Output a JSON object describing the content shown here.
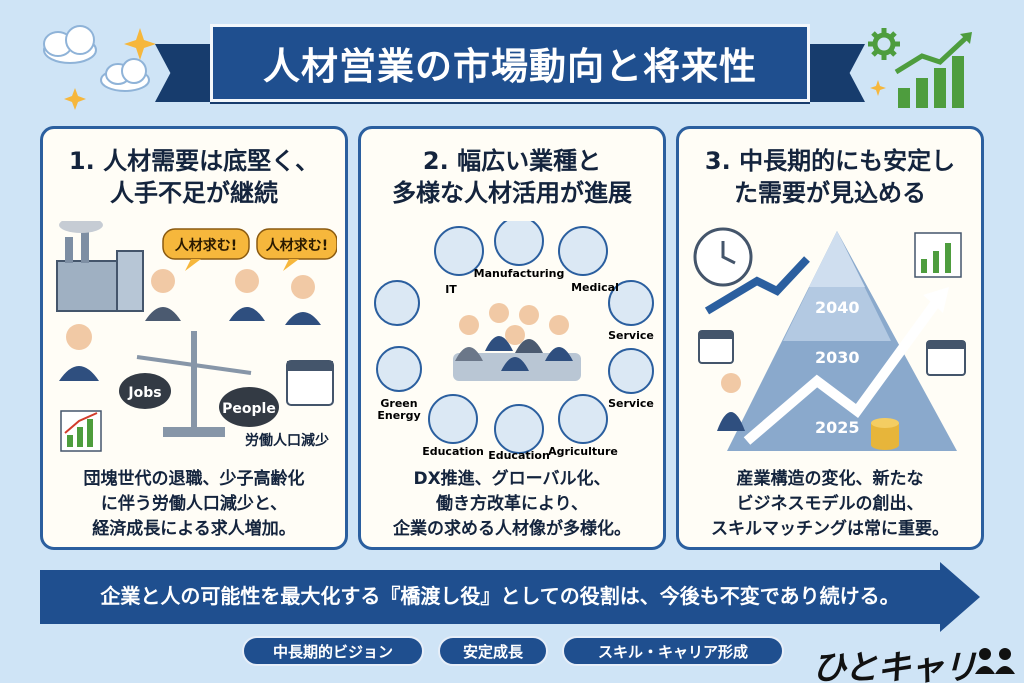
{
  "title": "人材営業の市場動向と将来性",
  "cards": [
    {
      "title": "1. 人材需要は底堅く、\n人手不足が継続",
      "body": "団塊世代の退職、少子高齢化\nに伴う労働人口減少と、\n経済成長による求人増加。",
      "speech_bubbles": [
        "人材求む!",
        "人材求む!"
      ],
      "scale_labels": [
        "Jobs",
        "People"
      ],
      "caption": "労働人口減少"
    },
    {
      "title": "2. 幅広い業種と\n多様な人材活用が進展",
      "body": "DX推進、グローバル化、\n働き方改革により、\n企業の求める人材像が多様化。",
      "industries": [
        "IT",
        "Manufacturing",
        "Medical",
        "Service",
        "Service",
        "Agriculture",
        "Education",
        "Education",
        "Green\nEnergy"
      ]
    },
    {
      "title": "3. 中長期的にも安定し\nた需要が見込める",
      "body": "産業構造の変化、新たな\nビジネスモデルの創出、\nスキルマッチングは常に重要。",
      "years": [
        "2040",
        "2030",
        "2025"
      ]
    }
  ],
  "footer_message": "企業と人の可能性を最大化する『橋渡し役』としての役割は、今後も不変であり続ける。",
  "tags": [
    "中長期的ビジョン",
    "安定成長",
    "スキル・キャリア形成"
  ],
  "logo": "ひとキャリ",
  "colors": {
    "background": "#cfe4f6",
    "navy": "#1f4f8f",
    "card": "#fffdf6",
    "bubble": "#f6b73c",
    "green": "#4e9d3e"
  }
}
